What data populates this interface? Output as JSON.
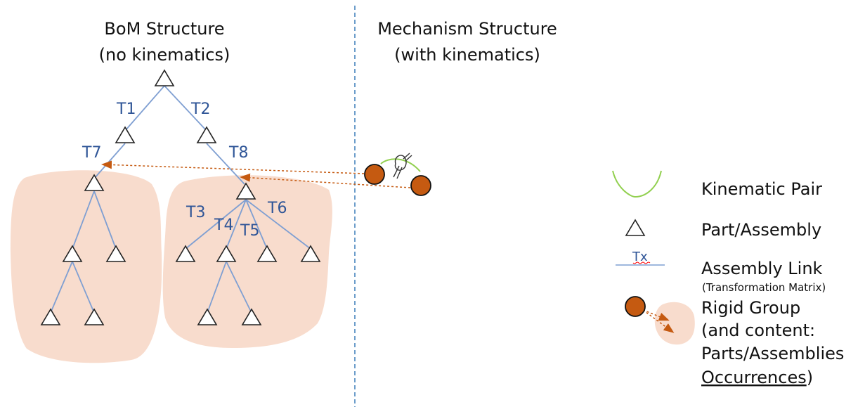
{
  "left": {
    "title_line1": "BoM Structure",
    "title_line2": "(no kinematics)"
  },
  "right": {
    "title_line1": "Mechanism Structure",
    "title_line2": "(with kinematics)"
  },
  "links": {
    "t1": "T1",
    "t2": "T2",
    "t3": "T3",
    "t4": "T4",
    "t5": "T5",
    "t6": "T6",
    "t7": "T7",
    "t8": "T8"
  },
  "legend": {
    "kinematic_pair": "Kinematic Pair",
    "part_assembly": "Part/Assembly",
    "assembly_link_tx": "Tx",
    "assembly_link": "Assembly Link",
    "transformation_matrix": "(Transformation Matrix)",
    "rigid_group_line1": "Rigid Group",
    "rigid_group_line2": "(and content:",
    "rigid_group_line3": "Parts/Assemblies",
    "rigid_group_line4": "Occurrences",
    "rigid_group_line4_suffix": ")"
  },
  "colors": {
    "link_line": "#7f9fd2",
    "link_label": "#2f5597",
    "group_fill": "#f8dccd",
    "rigid_fill": "#c55a11",
    "rigid_stroke": "#111111",
    "kinematic_pair": "#92d050",
    "dashed_arrow": "#c55a11",
    "divider": "#2f75b5"
  },
  "icons": {
    "part": "triangle-icon",
    "rigid": "circle-icon",
    "kinematic": "arc-icon",
    "joint": "hinge-icon"
  }
}
